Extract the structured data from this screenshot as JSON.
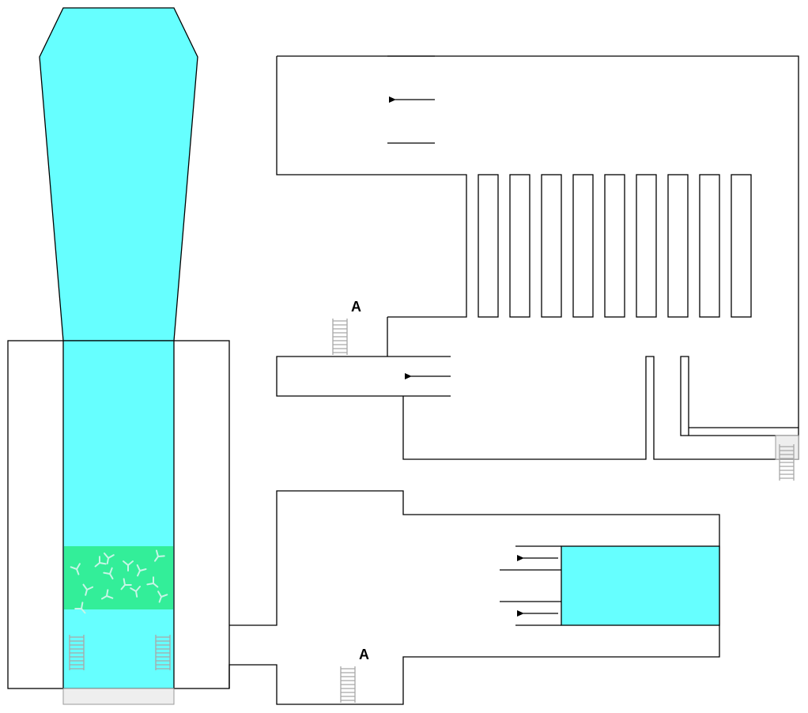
{
  "labels": {
    "upper_ladder_label": "A",
    "lower_ladder_label": "A"
  },
  "colors": {
    "water": "#66ffff",
    "filter_band": "#33ee99",
    "filter_glyph": "#c8f5e6",
    "outline": "#000000",
    "ladder": "#a8a8a8",
    "base_plate": "#eeeeee"
  },
  "icons": {
    "ladder": "ladder-icon",
    "flow_arrow": "left-arrow-icon",
    "filter_particle": "y-shape-icon"
  },
  "filter_channels_count": 9
}
